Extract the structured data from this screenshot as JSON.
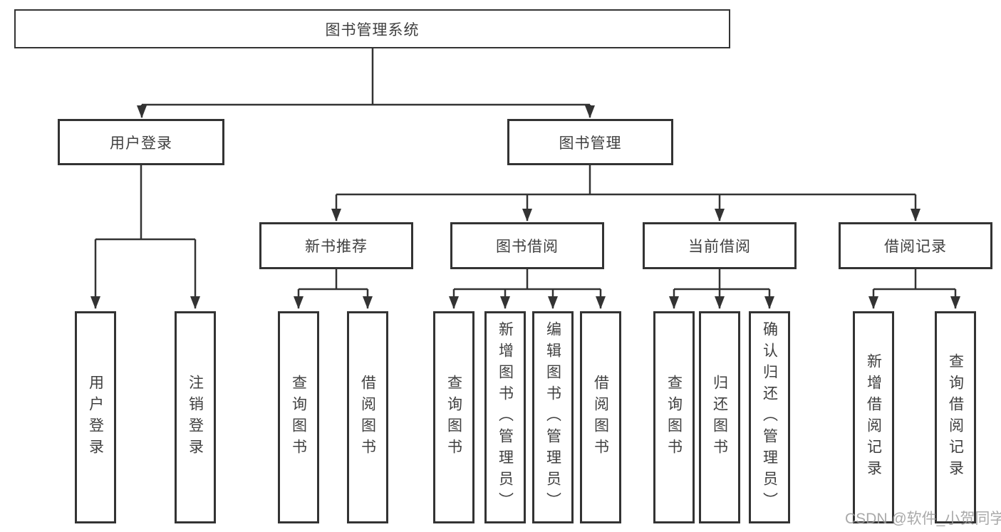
{
  "tree": {
    "root": "图书管理系统",
    "branches": [
      {
        "label": "用户登录",
        "leaves": [
          "用户登录",
          "注销登录"
        ]
      },
      {
        "label": "图书管理",
        "groups": [
          {
            "label": "新书推荐",
            "leaves": [
              "查询图书",
              "借阅图书"
            ]
          },
          {
            "label": "图书借阅",
            "leaves": [
              "查询图书",
              "新增图书（管理员）",
              "编辑图书（管理员）",
              "借阅图书"
            ]
          },
          {
            "label": "当前借阅",
            "leaves": [
              "查询图书",
              "归还图书",
              "确认归还（管理员）"
            ]
          },
          {
            "label": "借阅记录",
            "leaves": [
              "新增借阅记录",
              "查询借阅记录"
            ]
          }
        ]
      }
    ]
  },
  "watermark": "CSDN @软件_小贺同学",
  "colors": {
    "line": "#333333",
    "text": "#404040",
    "watermark": "#9a9a9a",
    "background": "#ffffff"
  }
}
